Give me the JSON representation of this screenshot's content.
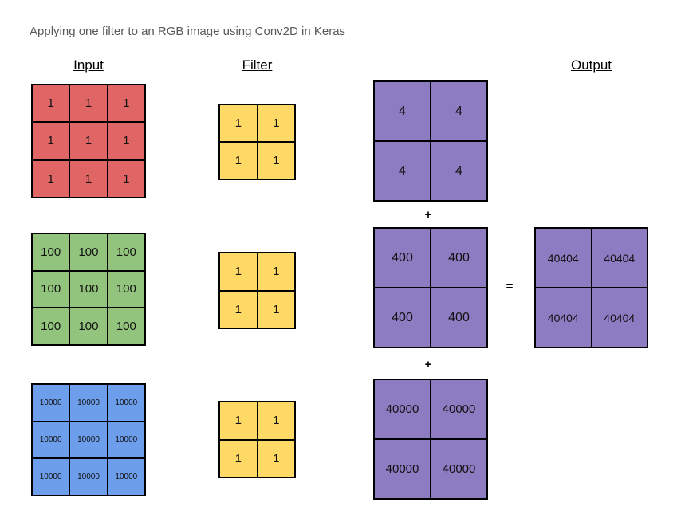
{
  "title": "Applying one filter to an RGB image using Conv2D in Keras",
  "headers": {
    "input": "Input",
    "filter": "Filter",
    "output": "Output"
  },
  "operators": {
    "plus_top": "+",
    "plus_bottom": "+",
    "equals": "="
  },
  "colors": {
    "red": "#E06666",
    "green": "#93C47D",
    "blue": "#6D9EEB",
    "yellow": "#FFD966",
    "purple": "#8E7CC3",
    "border": "#000000",
    "title_text": "#595959"
  },
  "matrices": {
    "input_red": {
      "rows": 3,
      "cols": 3,
      "values": [
        "1",
        "1",
        "1",
        "1",
        "1",
        "1",
        "1",
        "1",
        "1"
      ]
    },
    "input_green": {
      "rows": 3,
      "cols": 3,
      "values": [
        "100",
        "100",
        "100",
        "100",
        "100",
        "100",
        "100",
        "100",
        "100"
      ]
    },
    "input_blue": {
      "rows": 3,
      "cols": 3,
      "values": [
        "10000",
        "10000",
        "10000",
        "10000",
        "10000",
        "10000",
        "10000",
        "10000",
        "10000"
      ]
    },
    "filter_red": {
      "rows": 2,
      "cols": 2,
      "values": [
        "1",
        "1",
        "1",
        "1"
      ]
    },
    "filter_green": {
      "rows": 2,
      "cols": 2,
      "values": [
        "1",
        "1",
        "1",
        "1"
      ]
    },
    "filter_blue": {
      "rows": 2,
      "cols": 2,
      "values": [
        "1",
        "1",
        "1",
        "1"
      ]
    },
    "product_red": {
      "rows": 2,
      "cols": 2,
      "values": [
        "4",
        "4",
        "4",
        "4"
      ]
    },
    "product_green": {
      "rows": 2,
      "cols": 2,
      "values": [
        "400",
        "400",
        "400",
        "400"
      ]
    },
    "product_blue": {
      "rows": 2,
      "cols": 2,
      "values": [
        "40000",
        "40000",
        "40000",
        "40000"
      ]
    },
    "output": {
      "rows": 2,
      "cols": 2,
      "values": [
        "40404",
        "40404",
        "40404",
        "40404"
      ]
    }
  }
}
